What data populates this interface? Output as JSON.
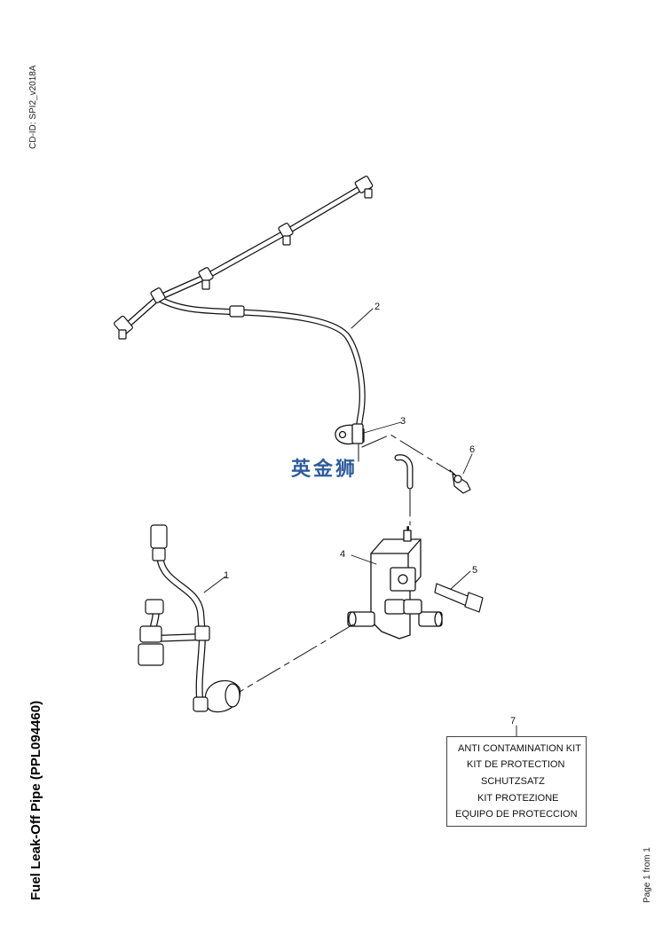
{
  "header": {
    "cd_id": "CD-ID: SPI2_v2018A"
  },
  "title": "Fuel Leak-Off Pipe (PPL094460)",
  "footer": {
    "page_info": "Page 1 from 1"
  },
  "watermark": {
    "text": "英金狮",
    "color": "#1d4e94"
  },
  "callouts": [
    "1",
    "2",
    "3",
    "4",
    "5",
    "6",
    "7"
  ],
  "kit": {
    "number": "7",
    "lines": [
      "ANTI CONTAMINATION KIT",
      "KIT DE PROTECTION",
      "SCHUTZSATZ",
      "KIT PROTEZIONE",
      "EQUIPO DE PROTECCION"
    ]
  }
}
